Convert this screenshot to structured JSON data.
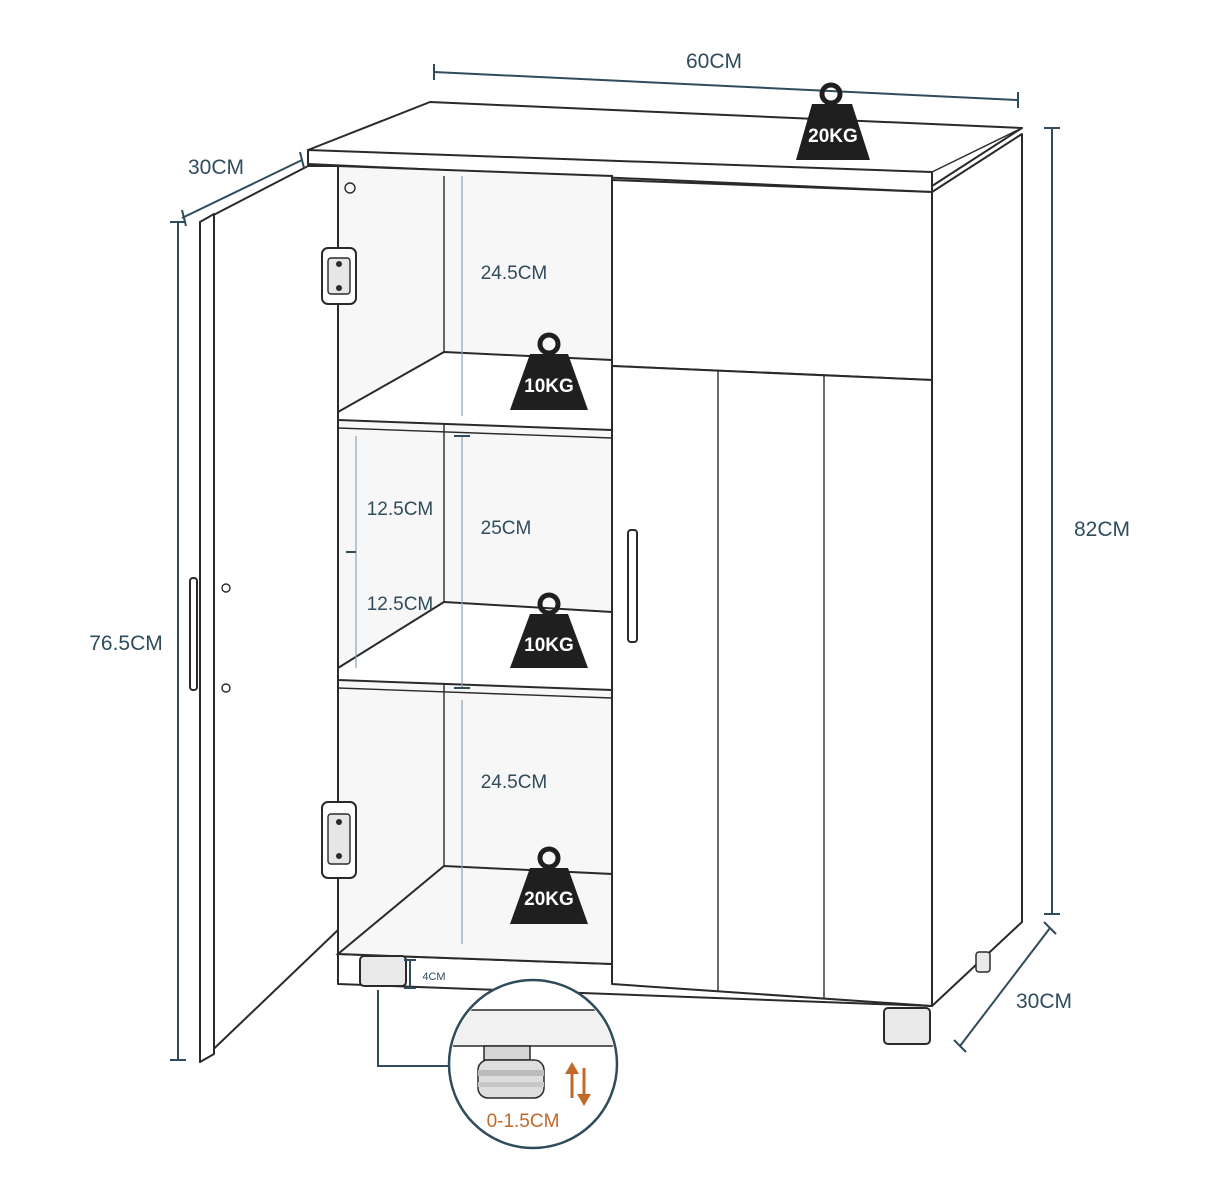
{
  "dimensions": {
    "width": "60CM",
    "depth_left": "30CM",
    "depth_right": "30CM",
    "height_total": "82CM",
    "height_body": "76.5CM",
    "shelf_top_height": "24.5CM",
    "shelf_mid_height": "25CM",
    "shelf_mid_half_upper": "12.5CM",
    "shelf_mid_half_lower": "12.5CM",
    "shelf_bottom_height": "24.5CM",
    "leg_height": "4CM",
    "foot_adjust": "0-1.5CM"
  },
  "loads": {
    "top": "20KG",
    "shelf_upper": "10KG",
    "shelf_middle": "10KG",
    "shelf_bottom": "20KG"
  },
  "colors": {
    "dimension_text": "#2f4c5c",
    "adjust_accent": "#c0692a",
    "weight_badge": "#1f1f1f"
  },
  "icons": [
    "weight-icon",
    "hinge-icon",
    "leveling-foot-icon",
    "up-down-arrow-icon"
  ]
}
